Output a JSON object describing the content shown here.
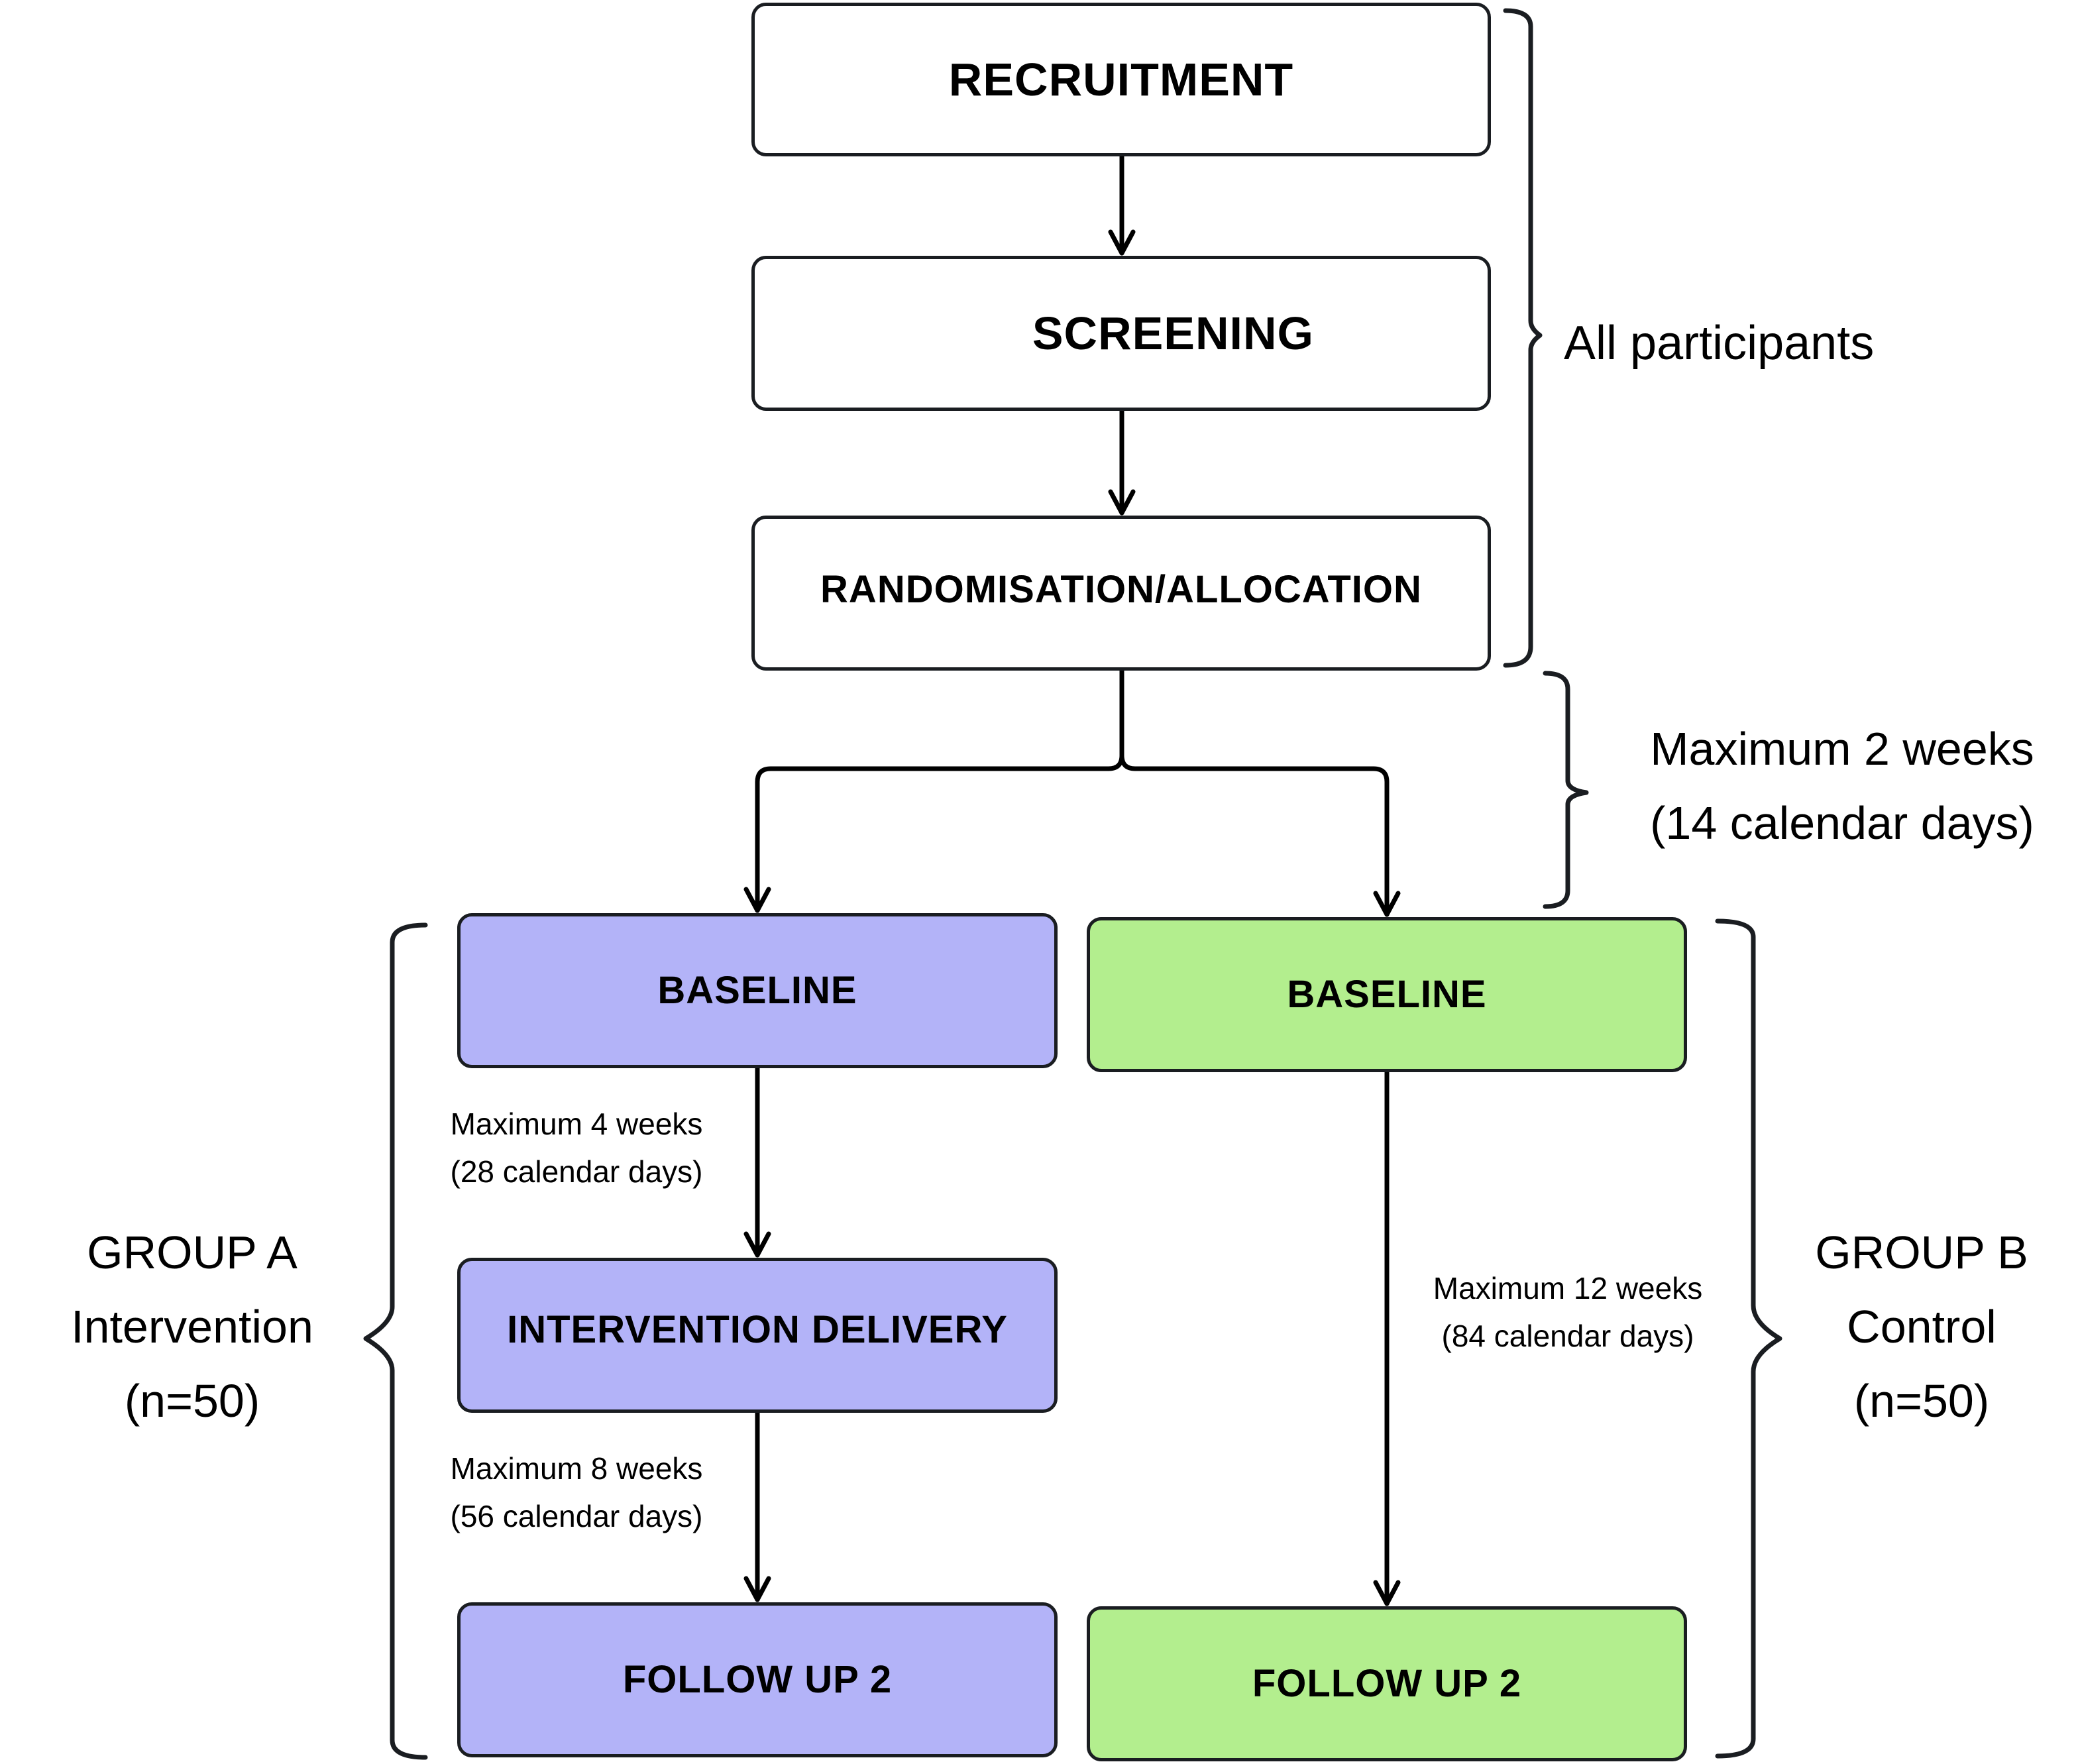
{
  "diagram": {
    "type": "study-flow",
    "stages": {
      "recruitment": "RECRUITMENT",
      "screening": "SCREENING",
      "randomisation": "RANDOMISATION/ALLOCATION"
    },
    "brackets": {
      "all_participants": "All participants",
      "allocation_window": [
        "Maximum 2 weeks",
        "(14 calendar days)"
      ]
    },
    "group_a": {
      "label": [
        "GROUP A",
        "Intervention",
        "(n=50)"
      ],
      "color": "#b3b3f8",
      "boxes": [
        "BASELINE",
        "INTERVENTION DELIVERY",
        "FOLLOW UP 2"
      ],
      "intervals": [
        [
          "Maximum 4 weeks",
          "(28 calendar days)"
        ],
        [
          "Maximum 8 weeks",
          "(56 calendar days)"
        ]
      ]
    },
    "group_b": {
      "label": [
        "GROUP B",
        "Control",
        "(n=50)"
      ],
      "color": "#b3ee8e",
      "boxes": [
        "BASELINE",
        "FOLLOW UP 2"
      ],
      "intervals": [
        [
          "Maximum 12 weeks",
          "(84 calendar days)"
        ]
      ]
    },
    "colors": {
      "stroke": "#1a1d21",
      "white_box": "#ffffff"
    }
  }
}
